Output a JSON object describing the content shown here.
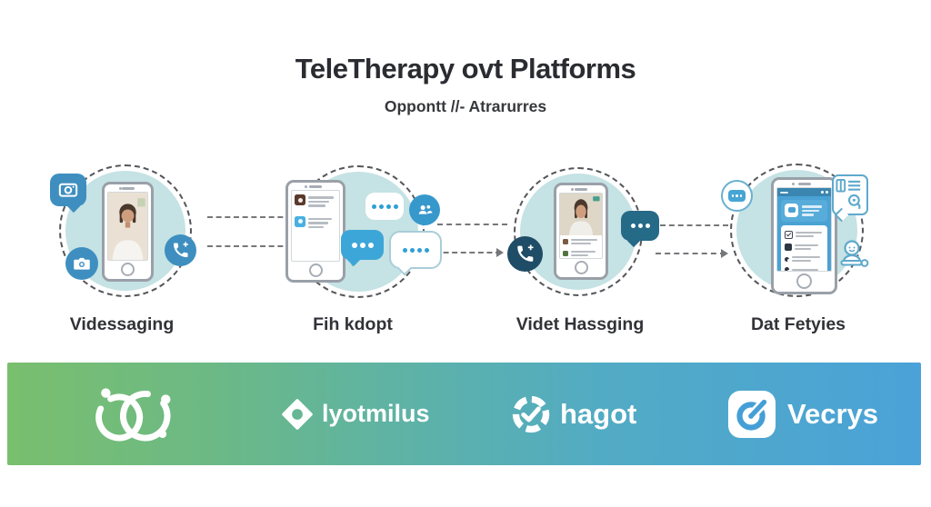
{
  "header": {
    "title": "TeleTherapy ovt Platforms",
    "subtitle": "Oppontt //- Atrarurres"
  },
  "steps": [
    {
      "label": "Videssaging"
    },
    {
      "label": "Fih kdopt"
    },
    {
      "label": "Videt Hassging"
    },
    {
      "label": "Dat Fetyies"
    }
  ],
  "footer": {
    "logos": [
      {
        "name": "double-rings",
        "text": ""
      },
      {
        "name": "lyotmilus",
        "text": "lyotmilus"
      },
      {
        "name": "hagot",
        "text": "hagot"
      },
      {
        "name": "vecrys",
        "text": "Vecrys"
      }
    ]
  },
  "colors": {
    "circle_fill": "#c5e2e4",
    "icon_blue": "#3e8fc0",
    "dark_navy": "#1f4c66",
    "dark_teal": "#256a86",
    "bar_gradient_start": "#7abf6e",
    "bar_gradient_end": "#4aa2d8",
    "title_text": "#2b2c31"
  }
}
